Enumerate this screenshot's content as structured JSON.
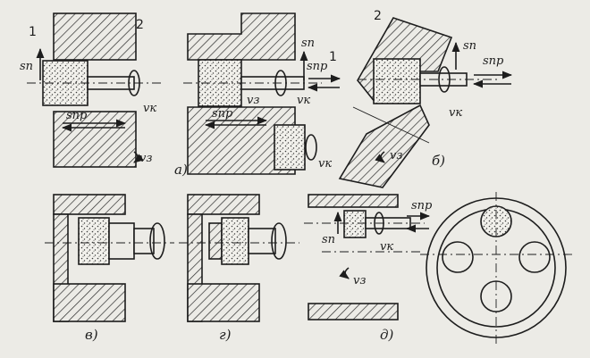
{
  "labels": {
    "n1": "1",
    "n2": "2",
    "sp": "sп",
    "spr": "sпр",
    "vk": "vк",
    "vz": "vз"
  },
  "captions": {
    "a": "а)",
    "b": "б)",
    "v": "в)",
    "g": "г)",
    "d": "д)"
  },
  "colors": {
    "paper": "#ecebe6",
    "ink": "#1d1d1d"
  }
}
